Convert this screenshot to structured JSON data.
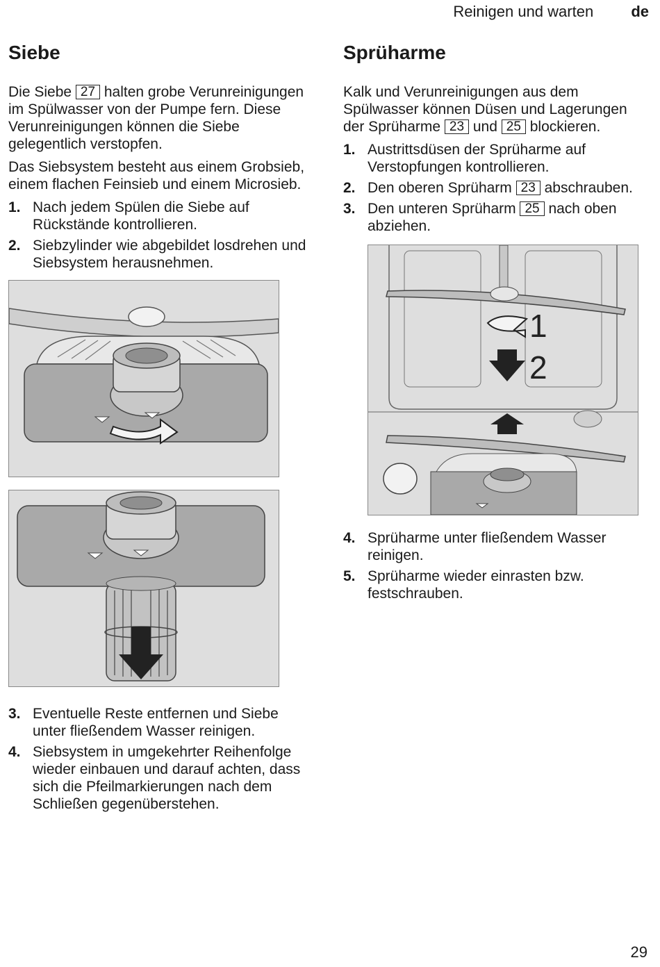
{
  "header": {
    "section": "Reinigen und warten",
    "lang": "de"
  },
  "left": {
    "heading": "Siebe",
    "p1_before": "Die Siebe ",
    "ref27": "27",
    "p1_after": " halten grobe Verunreinigungen im Spülwasser von der Pumpe fern. Diese Verunreinigungen können die Siebe gelegentlich verstopfen.",
    "p2": "Das Siebsystem besteht aus einem Grobsieb, einem flachen Feinsieb und einem Microsieb.",
    "steps_a": [
      {
        "num": "1.",
        "text": "Nach jedem Spülen die Siebe auf Rückstände kontrollieren."
      },
      {
        "num": "2.",
        "text": "Siebzylinder wie abgebildet losdrehen und Siebsystem herausnehmen."
      }
    ],
    "steps_b": [
      {
        "num": "3.",
        "text": "Eventuelle Reste entfernen und Siebe unter fließendem Wasser reinigen."
      },
      {
        "num": "4.",
        "text": "Siebsystem in umgekehrter Reihenfolge wieder einbauen und darauf achten, dass sich die Pfeilmarkierungen nach dem Schließen gegenüberstehen."
      }
    ]
  },
  "right": {
    "heading": "Sprüharme",
    "p1_before": "Kalk und Verunreinigungen aus dem Spülwasser können Düsen und Lagerungen der Sprüharme ",
    "ref23": "23",
    "p1_mid": " und ",
    "ref25": "25",
    "p1_after": "  blockieren.",
    "step1_num": "1.",
    "step1_text": "Austrittsdüsen der Sprüharme auf Verstopfungen kontrollieren.",
    "step2_num": "2.",
    "step2_before": "Den oberen Sprüharm ",
    "step2_ref": "23",
    "step2_after": " abschrauben.",
    "step3_num": "3.",
    "step3_before": "Den unteren Sprüharm ",
    "step3_ref": "25",
    "step3_after": " nach oben abziehen.",
    "figure_label_1": "1",
    "figure_label_2": "2",
    "steps_b": [
      {
        "num": "4.",
        "text": "Sprüharme unter fließendem Wasser reinigen."
      },
      {
        "num": "5.",
        "text": "Sprüharme wieder einrasten bzw. festschrauben."
      }
    ]
  },
  "page_number": "29"
}
